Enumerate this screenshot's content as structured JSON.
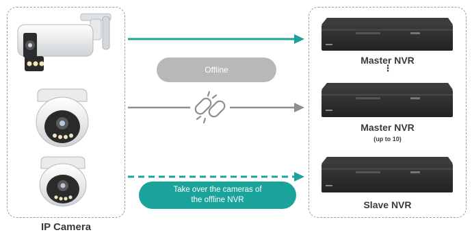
{
  "cameras": {
    "label": "IP Camera"
  },
  "nvrs": [
    {
      "label": "Master NVR",
      "sublabel": ""
    },
    {
      "label": "Master NVR",
      "sublabel": "(up to 10)"
    },
    {
      "label": "Slave NVR",
      "sublabel": ""
    }
  ],
  "ellipsis": "⋮",
  "offline": {
    "text": "Offline"
  },
  "takeover": {
    "line1": "Take over the cameras of",
    "line2": "the offline NVR"
  },
  "colors": {
    "teal": "#1aa39a",
    "gray": "#8e8e8e",
    "pill_gray": "#b8b8b8",
    "device_dark": "#2b2b2b"
  },
  "icons": [
    "broken-link-icon",
    "bullet-camera-icon",
    "dome-camera-icon",
    "nvr-device-icon"
  ]
}
